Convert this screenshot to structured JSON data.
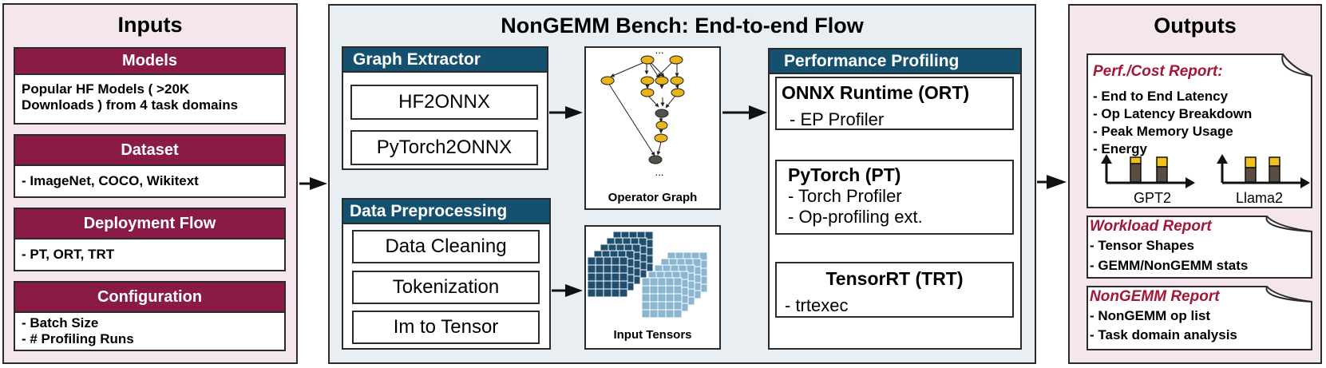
{
  "inputs": {
    "title": "Inputs",
    "cards": [
      {
        "header": "Models",
        "body": "Popular HF Models  ( >20K\nDownloads ) from 4 task domains"
      },
      {
        "header": "Dataset",
        "body": "- ImageNet, COCO, Wikitext"
      },
      {
        "header": "Deployment Flow",
        "body": "- PT, ORT, TRT"
      },
      {
        "header": "Configuration",
        "body": "- Batch Size\n- # Profiling Runs"
      }
    ]
  },
  "flow": {
    "title": "NonGEMM Bench: End-to-end Flow",
    "graph_extractor": {
      "title": "Graph Extractor",
      "items": [
        "HF2ONNX",
        "PyTorch2ONNX"
      ]
    },
    "data_preprocessing": {
      "title": "Data Preprocessing",
      "items": [
        "Data Cleaning",
        "Tokenization",
        "Im to Tensor"
      ]
    },
    "operator_graph": {
      "caption": "Operator Graph",
      "ellipsis_top": "...",
      "ellipsis_bottom": "..."
    },
    "input_tensors": {
      "caption": "Input Tensors"
    },
    "performance_profiling": {
      "title": "Performance Profiling",
      "runtimes": [
        {
          "name": "ONNX Runtime (ORT)",
          "lines": [
            "- EP Profiler"
          ]
        },
        {
          "name": "PyTorch (PT)",
          "lines": [
            "- Torch Profiler",
            "- Op-profiling ext."
          ]
        },
        {
          "name": "TensorRT (TRT)",
          "lines": [
            "- trtexec"
          ]
        }
      ]
    }
  },
  "outputs": {
    "title": "Outputs",
    "perf_report": {
      "title": "Perf./Cost Report:",
      "items": [
        "- End to End Latency",
        "- Op Latency Breakdown",
        "- Peak Memory Usage",
        "- Energy"
      ],
      "chart_labels": [
        "GPT2",
        "Llama2"
      ]
    },
    "workload_report": {
      "title": "Workload Report",
      "items": [
        "- Tensor Shapes",
        "- GEMM/NonGEMM stats"
      ]
    },
    "nongemm_report": {
      "title": "NonGEMM Report",
      "items": [
        "- NonGEMM op list",
        "- Task domain analysis"
      ]
    }
  },
  "colors": {
    "maroon": "#8a1b47",
    "navy": "#15506e",
    "report_red": "#a31638",
    "node_yellow": "#e8b418",
    "node_dark": "#555049",
    "tensor_dark": "#1f4e6f",
    "tensor_light": "#8ab6d0",
    "bar_dark": "#5a4d3f",
    "bar_yellow": "#f2c21b"
  }
}
